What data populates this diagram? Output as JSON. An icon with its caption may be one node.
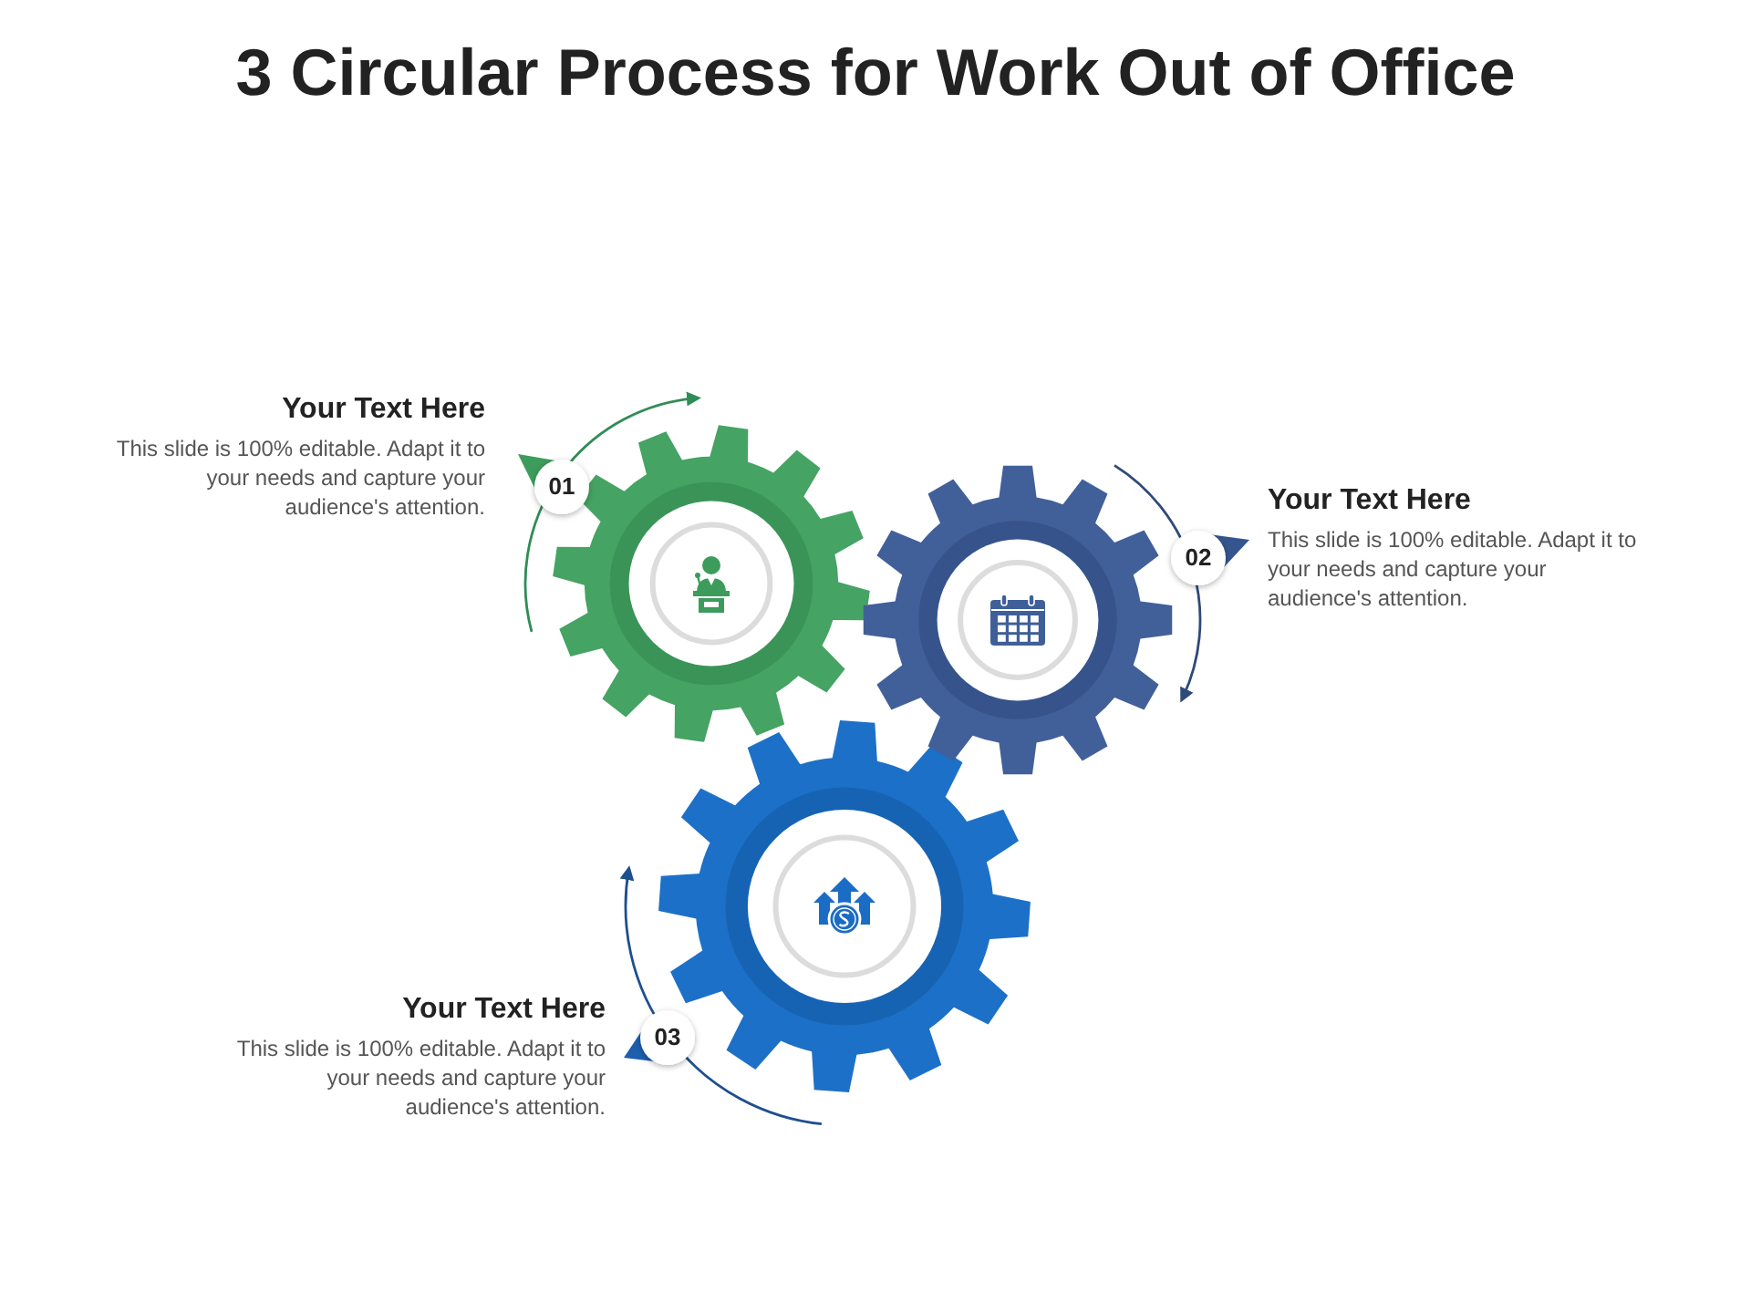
{
  "diagram": {
    "title": "3 Circular Process for Work Out of Office",
    "nodes": [
      {
        "text": [
          "01"
        ],
        "beside": [
          "Your Text Here",
          "This slide is 100% editable. Adapt it to your needs and capture your audience's attention."
        ]
      },
      {
        "text": [
          "02"
        ],
        "beside": [
          "Your Text Here",
          "This slide is 100% editable. Adapt it to your needs and capture your audience's attention."
        ]
      },
      {
        "text": [
          "03"
        ],
        "beside": [
          "Your Text Here",
          "This slide is 100% editable. Adapt it to your needs and capture your audience's attention."
        ]
      }
    ]
  }
}
